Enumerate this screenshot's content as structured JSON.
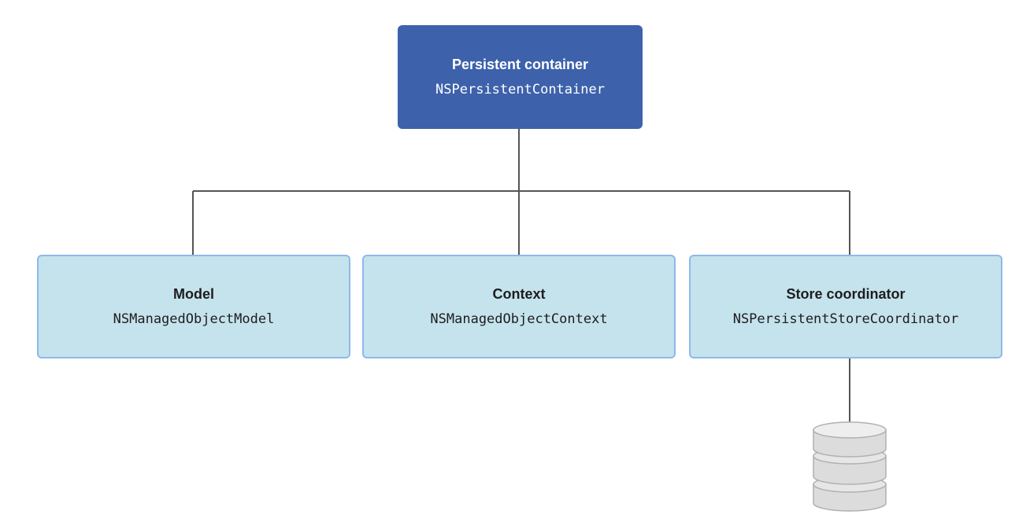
{
  "colors": {
    "root_fill": "#3d62ab",
    "child_fill": "#c5e3ec",
    "child_border": "#8fb8ec",
    "connector": "#555555",
    "store_fill": "#dcdcdc",
    "store_stroke": "#b0b0b0"
  },
  "root": {
    "title": "Persistent container",
    "class_name": "NSPersistentContainer"
  },
  "children": [
    {
      "title": "Model",
      "class_name": "NSManagedObjectModel"
    },
    {
      "title": "Context",
      "class_name": "NSManagedObjectContext"
    },
    {
      "title": "Store coordinator",
      "class_name": "NSPersistentStoreCoordinator"
    }
  ],
  "store": {
    "icon": "database-icon"
  }
}
